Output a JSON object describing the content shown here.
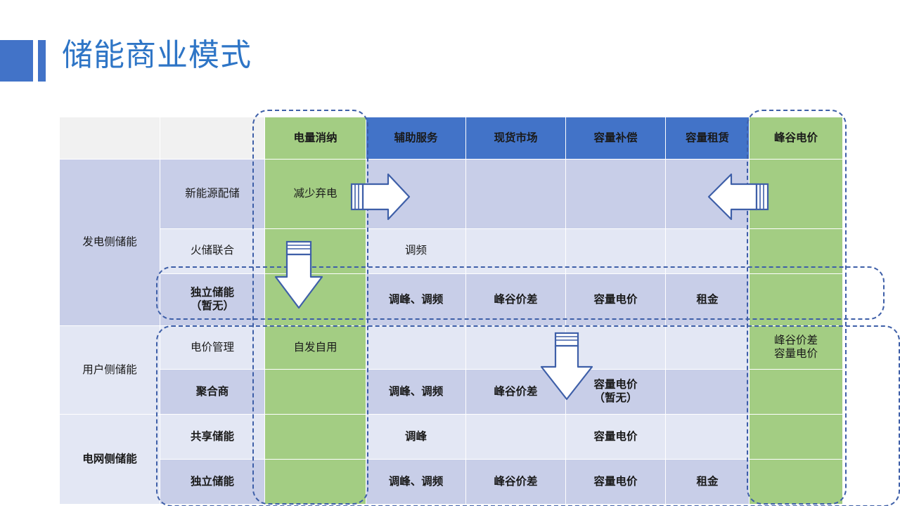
{
  "slide": {
    "title": "储能商业模式",
    "accent_color": "#4273C8",
    "title_color": "#2E75C6"
  },
  "palette": {
    "green": "#A3CD83",
    "blue_header": "#4273C8",
    "row_dark": "#C8CEE8",
    "row_light": "#E3E7F4",
    "header_empty": "#F1F1F1",
    "dash_border": "#3E5FA8"
  },
  "table": {
    "columns": [
      {
        "key": "group",
        "label": ""
      },
      {
        "key": "sub",
        "label": ""
      },
      {
        "key": "energy",
        "label": "电量消纳",
        "style": "green"
      },
      {
        "key": "aux",
        "label": "辅助服务",
        "style": "blue"
      },
      {
        "key": "spot",
        "label": "现货市场",
        "style": "blue"
      },
      {
        "key": "capcomp",
        "label": "容量补偿",
        "style": "blue"
      },
      {
        "key": "caplease",
        "label": "容量租赁",
        "style": "blue"
      },
      {
        "key": "peak",
        "label": "峰谷电价",
        "style": "green"
      }
    ],
    "groups": [
      {
        "name": "发电侧储能",
        "bold": false,
        "rows": [
          {
            "sub": "新能源配储",
            "sub_bold": false,
            "energy": "减少弃电",
            "aux": "",
            "spot": "",
            "capcomp": "",
            "caplease": "",
            "peak": ""
          },
          {
            "sub": "火储联合",
            "sub_bold": false,
            "energy": "",
            "aux": "调频",
            "spot": "",
            "capcomp": "",
            "caplease": "",
            "peak": ""
          },
          {
            "sub": "独立储能\n（暂无）",
            "sub_bold": true,
            "energy": "",
            "aux": "调峰、调频",
            "spot": "峰谷价差",
            "capcomp": "容量电价",
            "caplease": "租金",
            "peak": ""
          }
        ]
      },
      {
        "name": "用户侧储能",
        "bold": false,
        "rows": [
          {
            "sub": "电价管理",
            "sub_bold": false,
            "energy": "自发自用",
            "aux": "",
            "spot": "",
            "capcomp": "",
            "caplease": "",
            "peak": "峰谷价差\n容量电价"
          },
          {
            "sub": "聚合商",
            "sub_bold": true,
            "energy": "",
            "aux": "调峰、调频",
            "spot": "峰谷价差",
            "capcomp": "容量电价\n（暂无）",
            "caplease": "",
            "peak": ""
          }
        ]
      },
      {
        "name": "电网侧储能",
        "bold": true,
        "rows": [
          {
            "sub": "共享储能",
            "sub_bold": true,
            "energy": "",
            "aux": "调峰",
            "spot": "",
            "capcomp": "容量电价",
            "caplease": "",
            "peak": ""
          },
          {
            "sub": "独立储能",
            "sub_bold": true,
            "energy": "",
            "aux": "调峰、调频",
            "spot": "峰谷价差",
            "capcomp": "容量电价",
            "caplease": "租金",
            "peak": ""
          }
        ]
      }
    ]
  },
  "annotations": {
    "highlight_boxes": [
      {
        "name": "电量消纳列",
        "id": "dash-col-energy"
      },
      {
        "name": "峰谷电价列",
        "id": "dash-col-peak"
      },
      {
        "name": "独立储能（暂无）行",
        "id": "dash-row-independent"
      },
      {
        "name": "聚合商共享储能独立储能行组",
        "id": "dash-rows-bottom"
      }
    ],
    "arrows": [
      {
        "name": "arrow-right-top",
        "direction": "right"
      },
      {
        "name": "arrow-left-top",
        "direction": "left"
      },
      {
        "name": "arrow-down-left",
        "direction": "down"
      },
      {
        "name": "arrow-down-mid",
        "direction": "down"
      }
    ]
  }
}
